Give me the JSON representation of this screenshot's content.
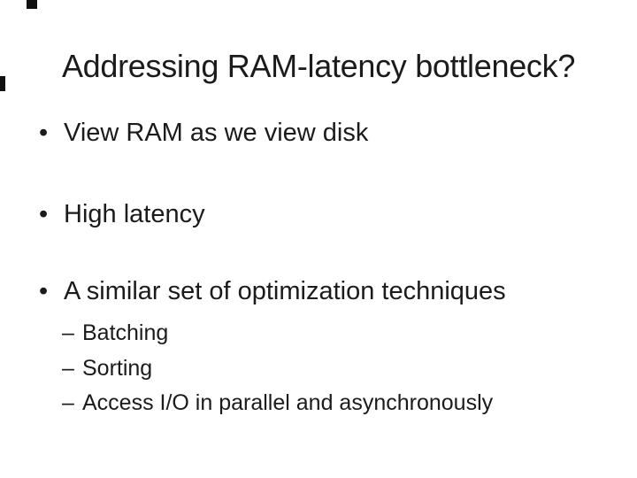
{
  "slide": {
    "title": "Addressing RAM-latency bottleneck?",
    "bullet_marker": "•",
    "sub_marker": "–",
    "bullets": [
      {
        "label": "View RAM as we view disk"
      },
      {
        "label": "High latency"
      },
      {
        "label": "A similar set of optimization techniques",
        "sub_items": [
          "Batching",
          "Sorting",
          "Access I/O in parallel and asynchronously"
        ]
      }
    ],
    "colors": {
      "text": "#1b1b1b",
      "background": "#ffffff",
      "artifact_marks": "#111111"
    }
  }
}
